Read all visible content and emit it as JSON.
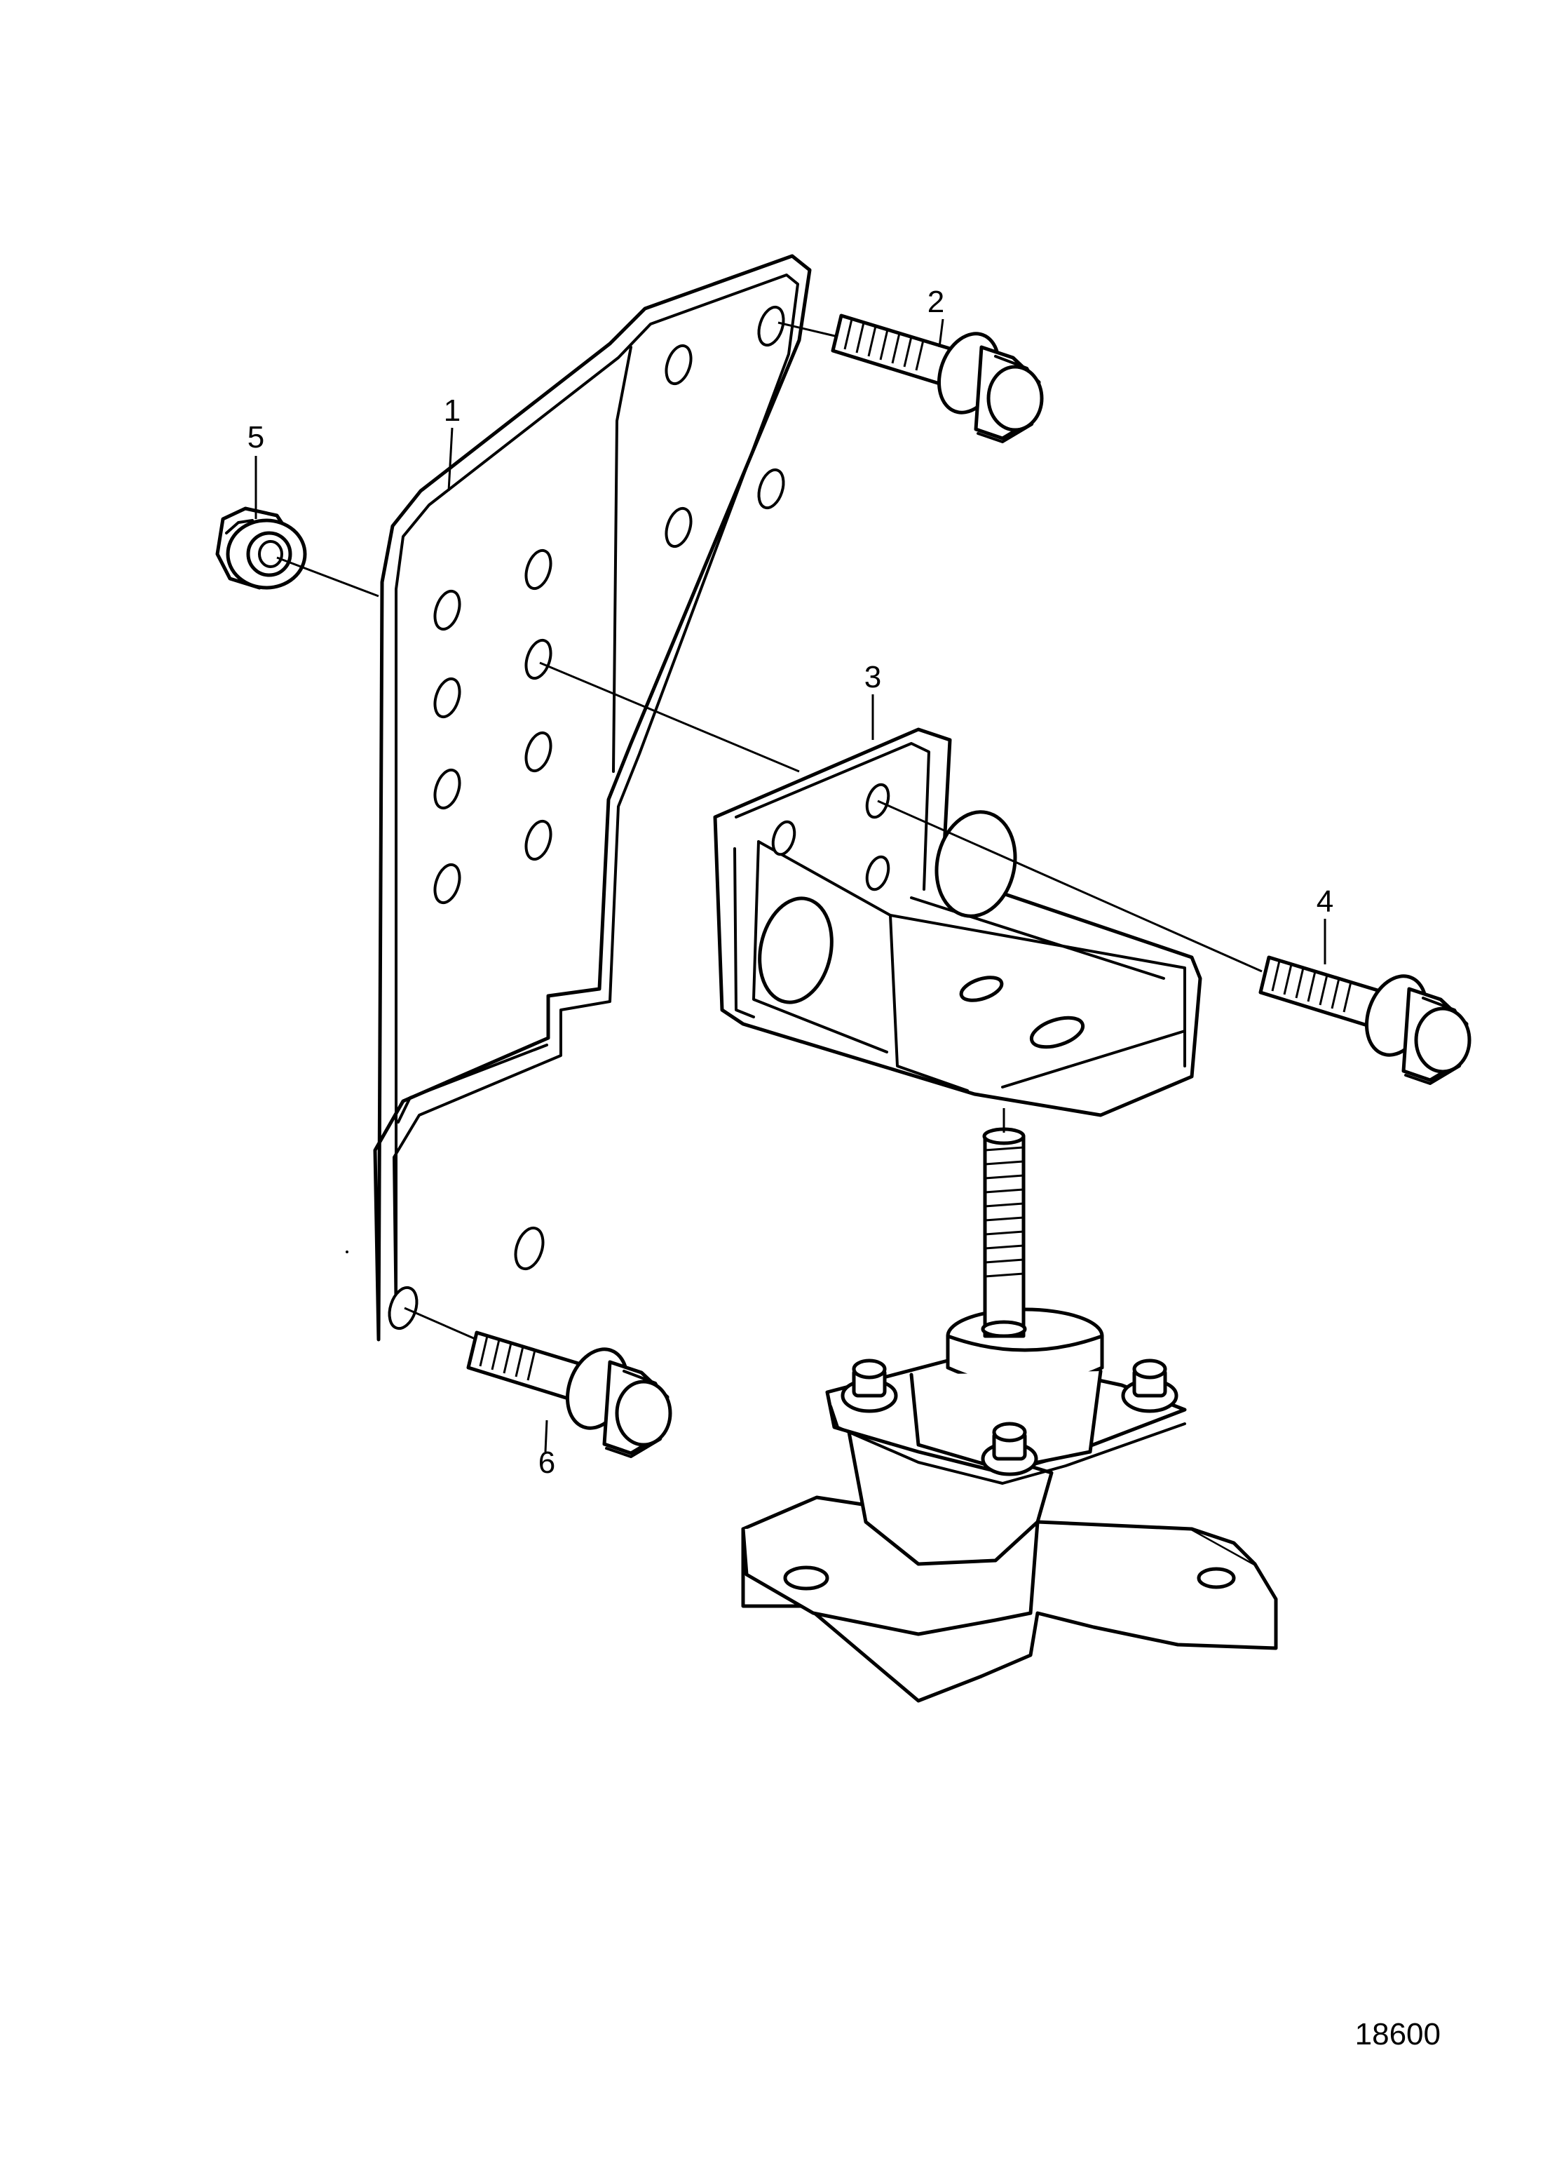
{
  "callouts": [
    {
      "id": "1",
      "label": "1"
    },
    {
      "id": "2",
      "label": "2"
    },
    {
      "id": "3",
      "label": "3"
    },
    {
      "id": "4",
      "label": "4"
    },
    {
      "id": "5",
      "label": "5"
    },
    {
      "id": "6",
      "label": "6"
    }
  ],
  "figure_number": "18600"
}
